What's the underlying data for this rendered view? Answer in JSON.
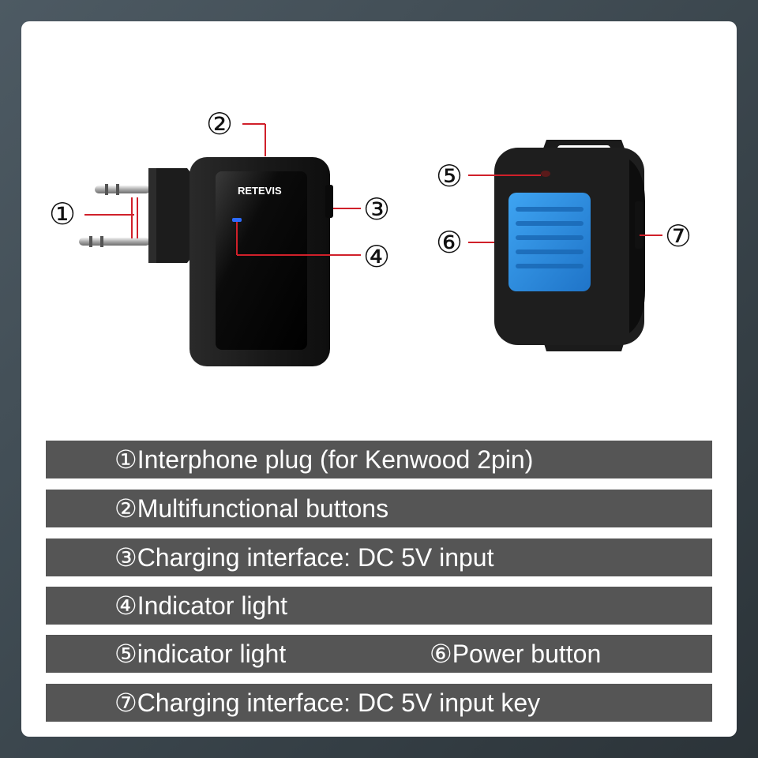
{
  "brand": {
    "logo_text": "RETEVIS"
  },
  "callouts": {
    "c1": "①",
    "c2": "②",
    "c3": "③",
    "c4": "④",
    "c5": "⑤",
    "c6": "⑥",
    "c7": "⑦"
  },
  "features": {
    "f1": "①Interphone plug (for Kenwood 2pin)",
    "f2": "②Multifunctional buttons",
    "f3": "③Charging interface: DC 5V input",
    "f4": "④Indicator light",
    "f5": "⑤indicator light",
    "f6": "⑥Power button",
    "f7": "⑦Charging interface: DC 5V input key"
  },
  "colors": {
    "page_bg": "#3f4a51",
    "card_bg": "#ffffff",
    "bar_bg": "#555555",
    "leader_line": "#d0202a",
    "device_body": "#1b1b1b",
    "button_blue": "#2a8de0",
    "led_blue": "#2d6bff"
  }
}
